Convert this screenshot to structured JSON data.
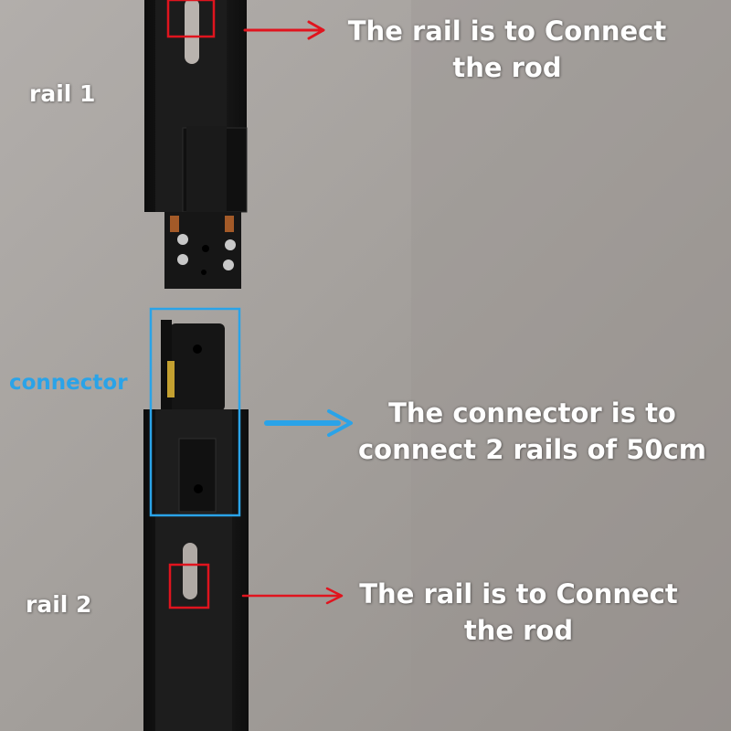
{
  "labels": {
    "rail1": "rail 1",
    "rail2": "rail 2",
    "connector": "connector"
  },
  "notes": {
    "top_line1": "The rail is to Connect",
    "top_line2": "the rod",
    "middle_line1": "The connector is to",
    "middle_line2": "connect 2 rails of 50cm",
    "bottom_line1": "The rail is to Connect",
    "bottom_line2": "the rod"
  },
  "colors": {
    "background": "#a39e9a",
    "rail": "#141414",
    "highlight_red": "#e0141e",
    "highlight_blue": "#2aa3e8",
    "text": "#ffffff"
  },
  "icons": {
    "red_arrow": "arrow-right-icon",
    "blue_arrow": "arrow-right-icon"
  }
}
